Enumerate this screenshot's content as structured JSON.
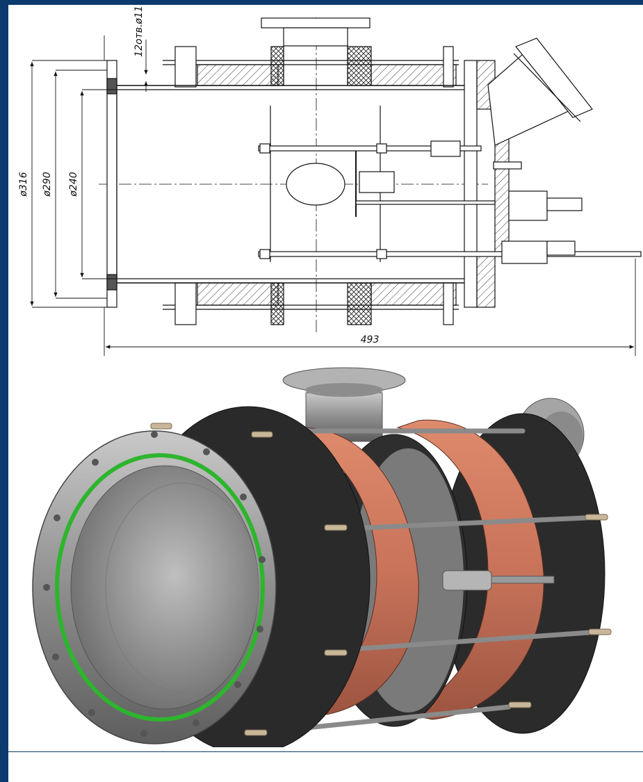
{
  "drawing": {
    "dimensions": {
      "d316": "ø316",
      "d290": "ø290",
      "d240": "ø240",
      "holes": "12отв.ø11",
      "length": "493"
    }
  },
  "colors": {
    "frame": "#0b3a6e",
    "coil": "#c8735a",
    "flange_dark": "#2b2b2b",
    "steel": "#9a9a9a",
    "seal_ring": "#2db52d"
  }
}
